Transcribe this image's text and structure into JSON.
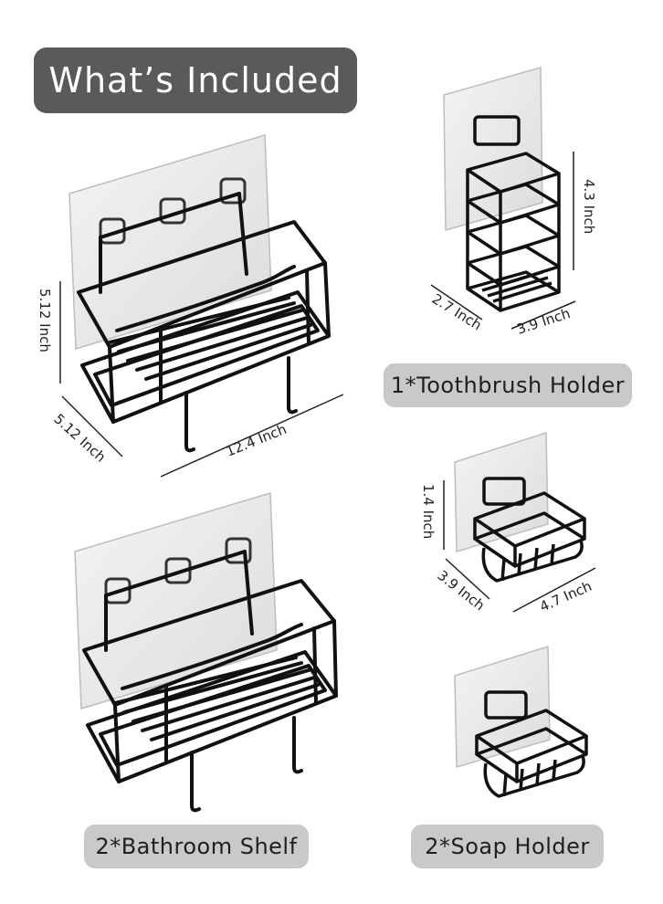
{
  "header": {
    "title": "What’s Included"
  },
  "products": {
    "shelf": {
      "label": "2*Bathroom Shelf",
      "dims": {
        "height": "5.12 Inch",
        "depth": "5.12 Inch",
        "width": "12.4 Inch"
      }
    },
    "toothbrush": {
      "label": "1*Toothbrush Holder",
      "dims": {
        "height": "4.3 Inch",
        "depth": "2.7 Inch",
        "width": "3.9 Inch"
      }
    },
    "soap": {
      "label": "2*Soap Holder",
      "dims": {
        "height": "1.4 Inch",
        "depth": "3.9 Inch",
        "width": "4.7 Inch"
      }
    }
  }
}
